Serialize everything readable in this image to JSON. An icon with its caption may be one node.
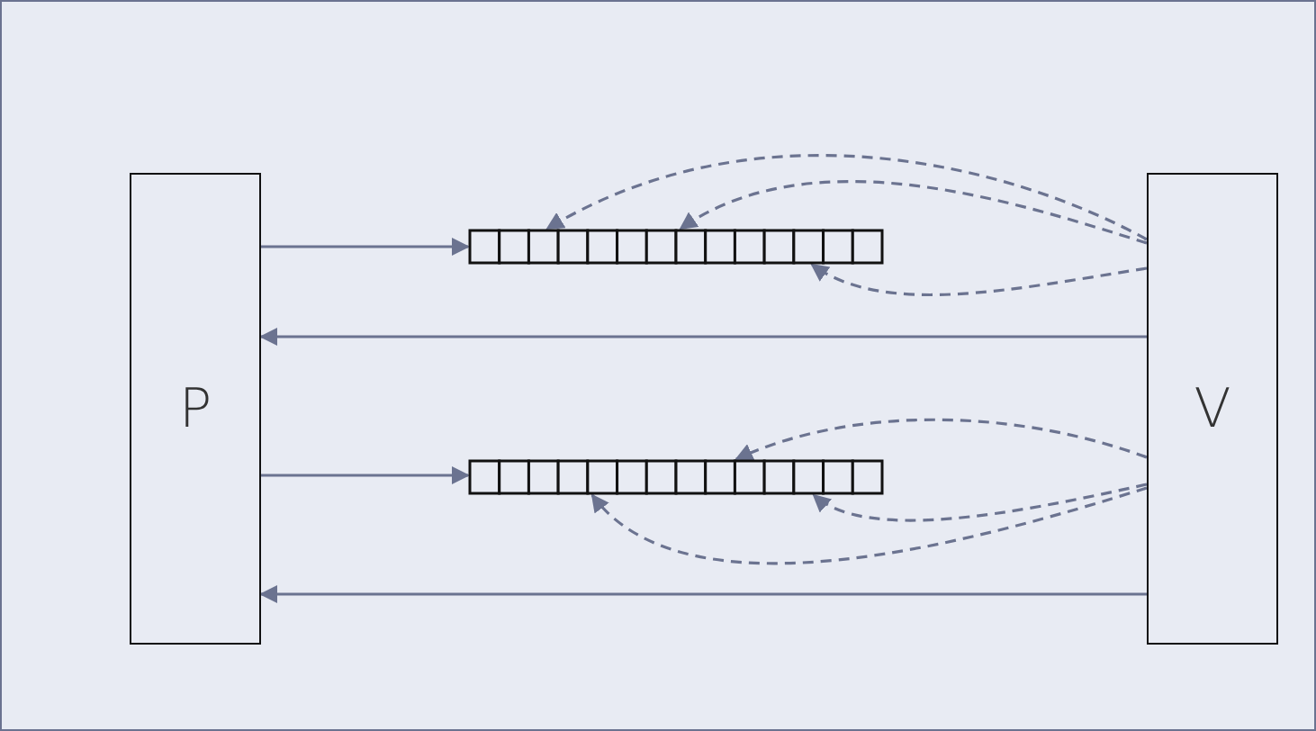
{
  "diagram": {
    "nodes": [
      {
        "text": [
          "P"
        ]
      },
      {
        "text": [
          "V"
        ]
      },
      {
        "text": [],
        "shape": "bar"
      },
      {
        "text": [],
        "shape": "bar"
      }
    ],
    "edges": [
      {
        "from": 0,
        "to": 2,
        "arrow": "to"
      },
      {
        "from": 1,
        "to": 0,
        "arrow": "to"
      },
      {
        "from": 0,
        "to": 3,
        "arrow": "to"
      },
      {
        "from": 1,
        "to": 0,
        "arrow": "to"
      },
      {
        "from": 1,
        "to": 2,
        "arrow": "to",
        "style": "dashed"
      },
      {
        "from": 1,
        "to": 2,
        "arrow": "to",
        "style": "dashed"
      },
      {
        "from": 1,
        "to": 2,
        "arrow": "to",
        "style": "dashed"
      },
      {
        "from": 1,
        "to": 3,
        "arrow": "to",
        "style": "dashed"
      },
      {
        "from": 1,
        "to": 3,
        "arrow": "to",
        "style": "dashed"
      },
      {
        "from": 1,
        "to": 3,
        "arrow": "to",
        "style": "dashed"
      }
    ]
  }
}
